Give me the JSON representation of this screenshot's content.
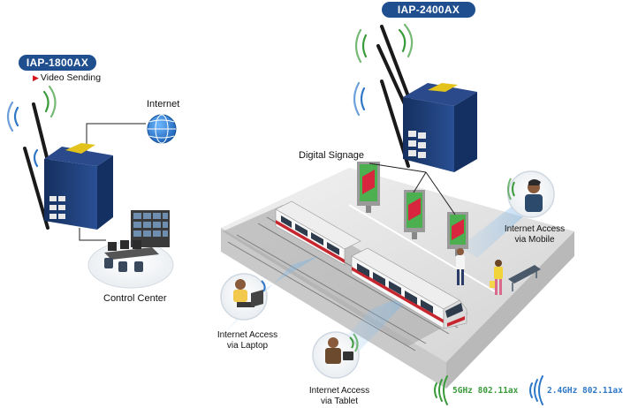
{
  "devices": {
    "left": {
      "model": "IAP-1800AX",
      "note": "Video Sending"
    },
    "right": {
      "model": "IAP-2400AX"
    }
  },
  "labels": {
    "internet": "Internet",
    "control_center": "Control Center",
    "digital_signage": "Digital Signage",
    "mobile": [
      "Internet Access",
      "via Mobile"
    ],
    "laptop": [
      "Internet Access",
      "via Laptop"
    ],
    "tablet": [
      "Internet Access",
      "via Tablet"
    ]
  },
  "legend": {
    "band_5": {
      "label": "5GHz 802.11ax",
      "color": "#3a9b3a"
    },
    "band_24": {
      "label": "2.4GHz 802.11ax",
      "color": "#2f78c7"
    }
  },
  "colors": {
    "device_blue": "#1f3e7a",
    "badge_blue": "#1f4f8f",
    "terminal_yellow": "#e3c21b",
    "train_red": "#c8262e",
    "platform_gray": "#d7d7d7"
  }
}
